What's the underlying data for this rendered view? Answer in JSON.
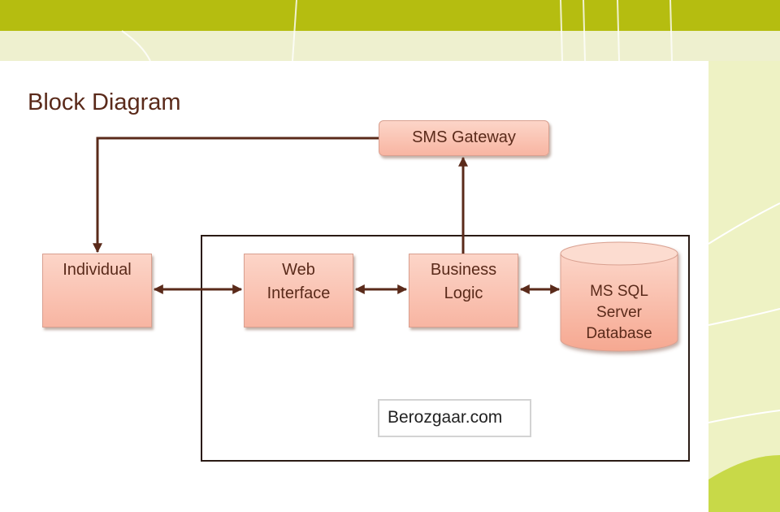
{
  "slide": {
    "title": "Block Diagram"
  },
  "diagram": {
    "nodes": {
      "sms_gateway": "SMS Gateway",
      "individual": "Individual",
      "web_interface": [
        "Web",
        "Interface"
      ],
      "business_logic": [
        "Business",
        "Logic"
      ],
      "database": [
        "MS SQL",
        "Server",
        "Database"
      ]
    },
    "system_label": "Berozgaar.com",
    "edges": [
      {
        "from": "sms_gateway",
        "to": "individual",
        "direction": "one-way"
      },
      {
        "from": "individual",
        "to": "web_interface",
        "direction": "two-way"
      },
      {
        "from": "web_interface",
        "to": "business_logic",
        "direction": "two-way"
      },
      {
        "from": "business_logic",
        "to": "database",
        "direction": "two-way"
      },
      {
        "from": "business_logic",
        "to": "sms_gateway",
        "direction": "one-way"
      }
    ]
  },
  "colors": {
    "header_band": "#b5bd10",
    "node_fill": "#f8b5a2",
    "line": "#5a2a1a",
    "title_text": "#5a2a1a"
  }
}
